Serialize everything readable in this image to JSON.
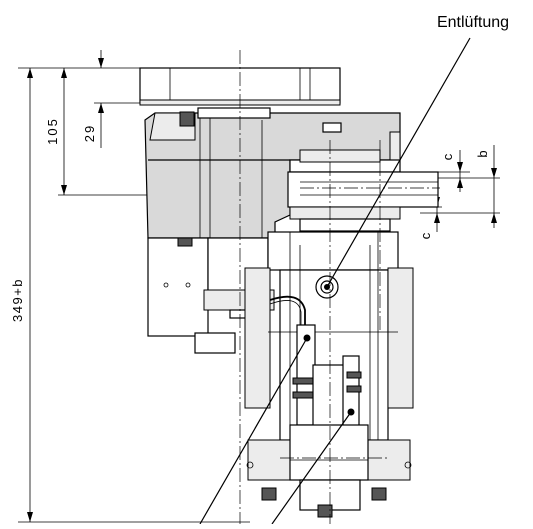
{
  "labels": {
    "vent": "Entlüftung",
    "dim_total": "349+b",
    "dim_105": "105",
    "dim_29": "29",
    "dim_c_top": "c",
    "dim_b": "b",
    "dim_c_bottom": "c"
  }
}
